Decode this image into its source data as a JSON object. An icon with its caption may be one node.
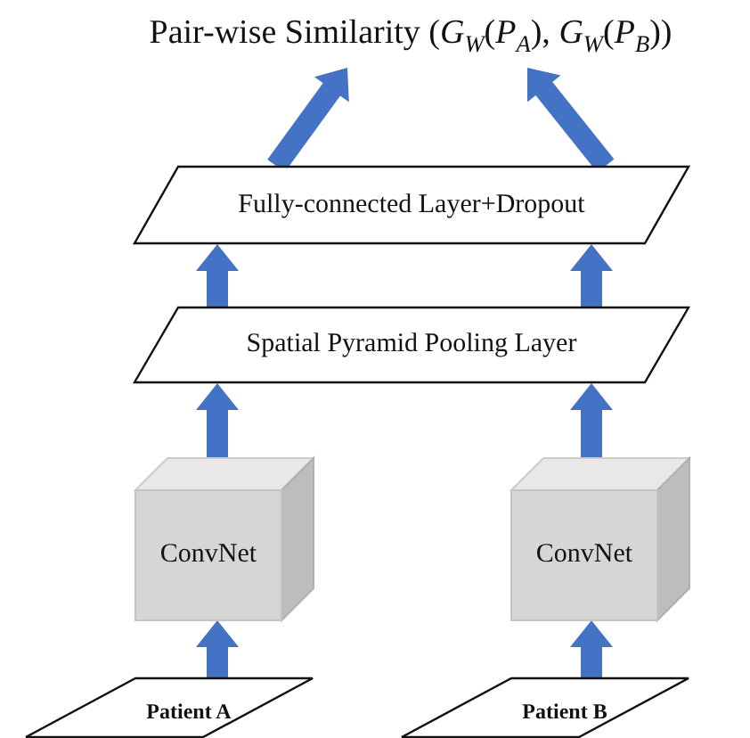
{
  "diagram": {
    "nodes": [
      {
        "text": [
          "Pair-wise Similarity (*G*$_{W}$(*P*$_{A}$), *G*$_{W}$(*P*$_{B}$))"
        ]
      },
      {
        "text": [
          "Fully-connected Layer+Dropout"
        ]
      },
      {
        "text": [
          "Spatial Pyramid Pooling Layer"
        ]
      },
      {
        "text": [
          "ConvNet"
        ]
      },
      {
        "text": [
          "ConvNet"
        ]
      },
      {
        "text": [
          "Patient A"
        ]
      },
      {
        "text": [
          "Patient B"
        ]
      }
    ],
    "edges": [
      {
        "from": 1,
        "to": 0,
        "arrow": "to",
        "style": "thick"
      },
      {
        "from": 1,
        "to": 0,
        "arrow": "to",
        "style": "thick"
      },
      {
        "from": 2,
        "to": 1,
        "arrow": "to",
        "style": "thick"
      },
      {
        "from": 2,
        "to": 1,
        "arrow": "to",
        "style": "thick"
      },
      {
        "from": 3,
        "to": 2,
        "arrow": "to",
        "style": "thick"
      },
      {
        "from": 4,
        "to": 2,
        "arrow": "to",
        "style": "thick"
      },
      {
        "from": 5,
        "to": 3,
        "arrow": "to",
        "style": "thick"
      },
      {
        "from": 6,
        "to": 4,
        "arrow": "to",
        "style": "thick"
      }
    ]
  }
}
